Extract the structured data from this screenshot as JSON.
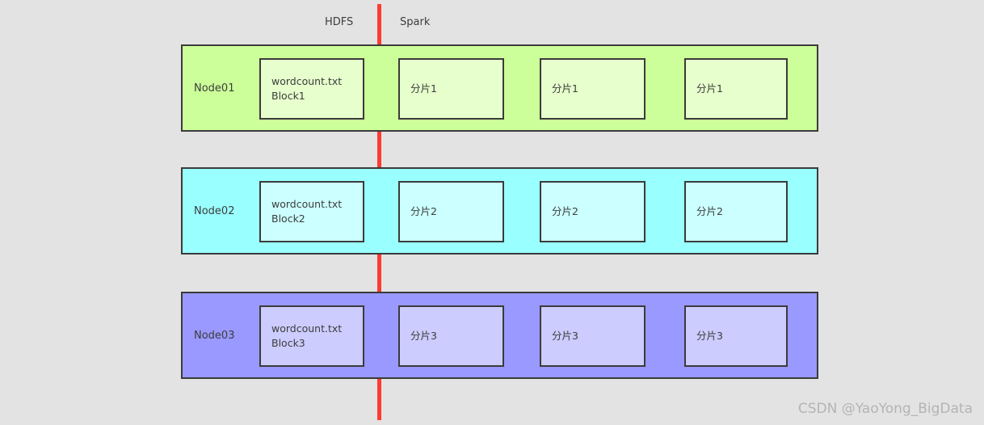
{
  "columns": {
    "hdfs_label": "HDFS",
    "spark_label": "Spark"
  },
  "divider": {
    "color": "#ff3b33"
  },
  "rows": [
    {
      "node_name": "Node01",
      "row_color": "#ccff99",
      "box_color": "#e6ffcc",
      "block": "wordcount.txt\nBlock1",
      "partitions": [
        "分片1",
        "分片1",
        "分片1"
      ]
    },
    {
      "node_name": "Node02",
      "row_color": "#99ffff",
      "box_color": "#ccffff",
      "block": "wordcount.txt\nBlock2",
      "partitions": [
        "分片2",
        "分片2",
        "分片2"
      ]
    },
    {
      "node_name": "Node03",
      "row_color": "#9999ff",
      "box_color": "#ccccff",
      "block": "wordcount.txt\nBlock3",
      "partitions": [
        "分片3",
        "分片3",
        "分片3"
      ]
    }
  ],
  "watermark": "CSDN @YaoYong_BigData"
}
